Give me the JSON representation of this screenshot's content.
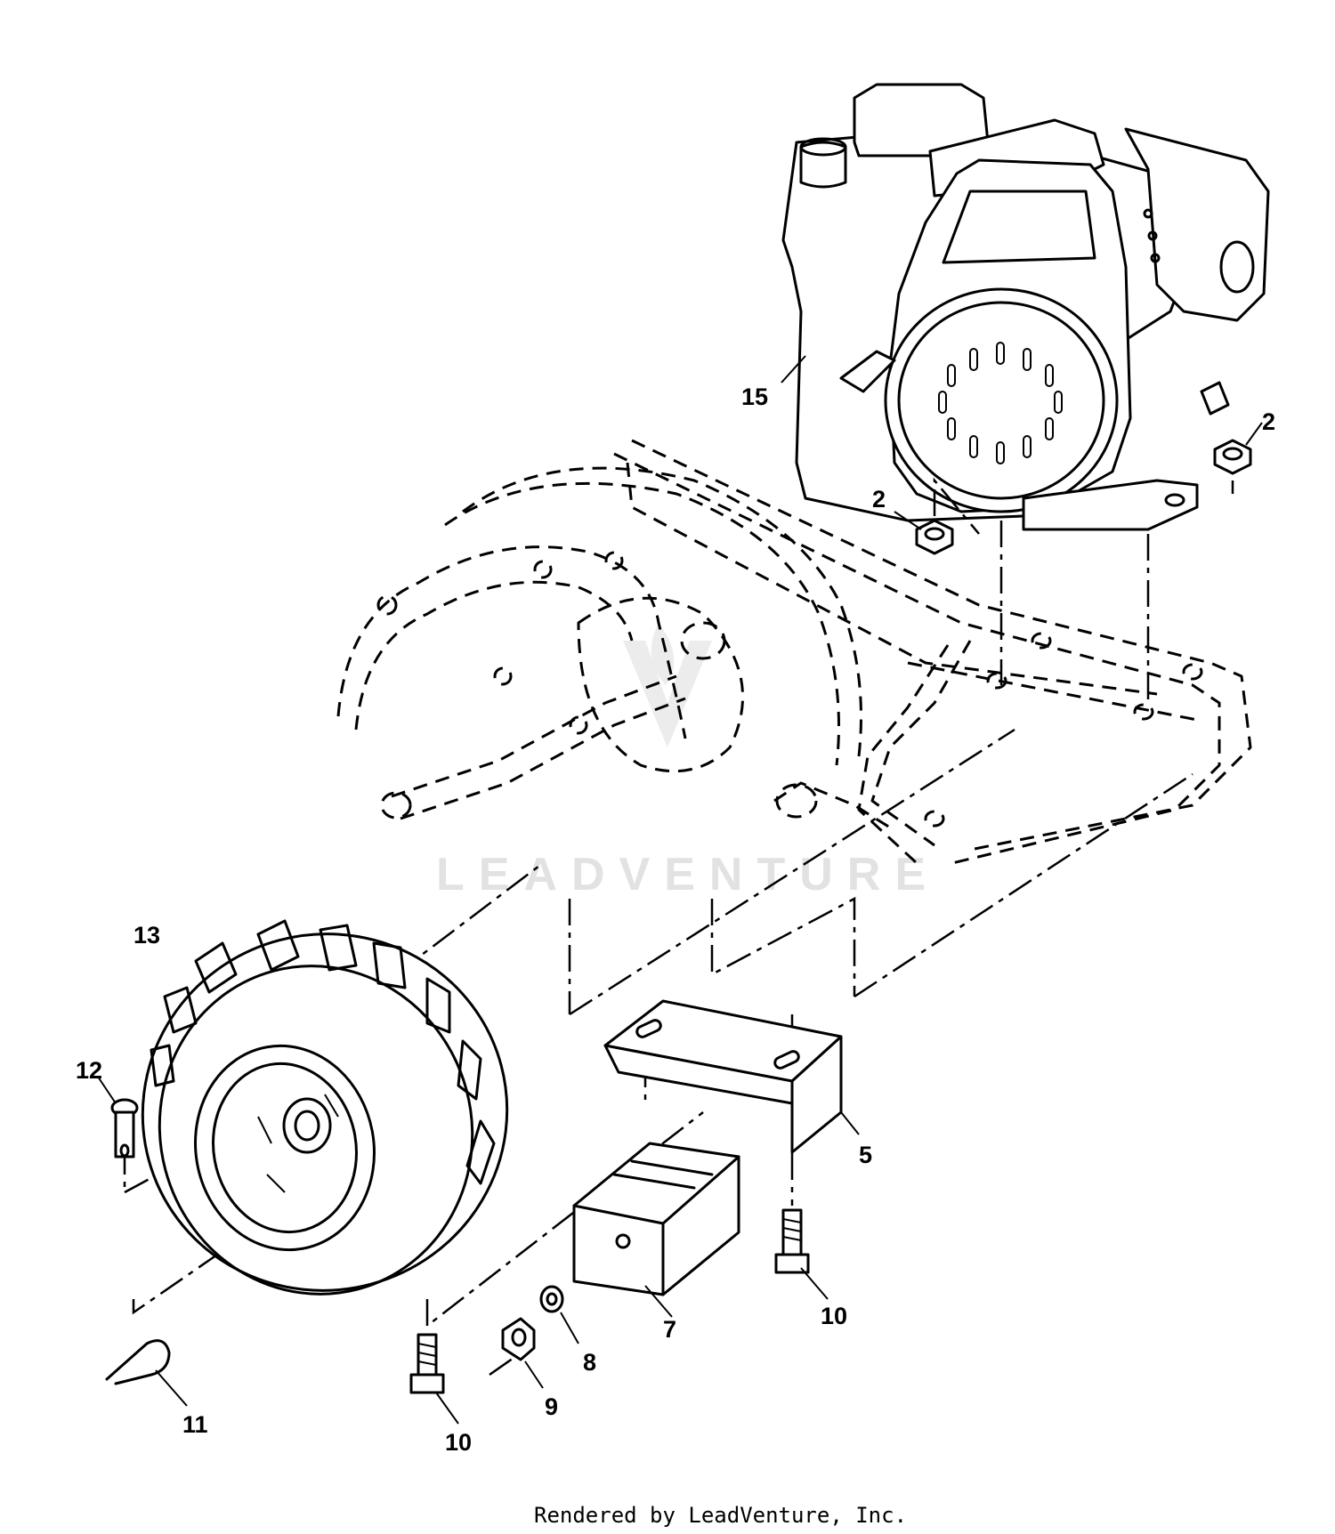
{
  "callouts": {
    "c15": "15",
    "c2a": "2",
    "c2b": "2",
    "c13": "13",
    "c12": "12",
    "c5": "5",
    "c7": "7",
    "c8": "8",
    "c9": "9",
    "c10a": "10",
    "c10b": "10",
    "c11": "11"
  },
  "watermark": "LEADVENTURE",
  "footer": "Rendered by LeadVenture, Inc."
}
